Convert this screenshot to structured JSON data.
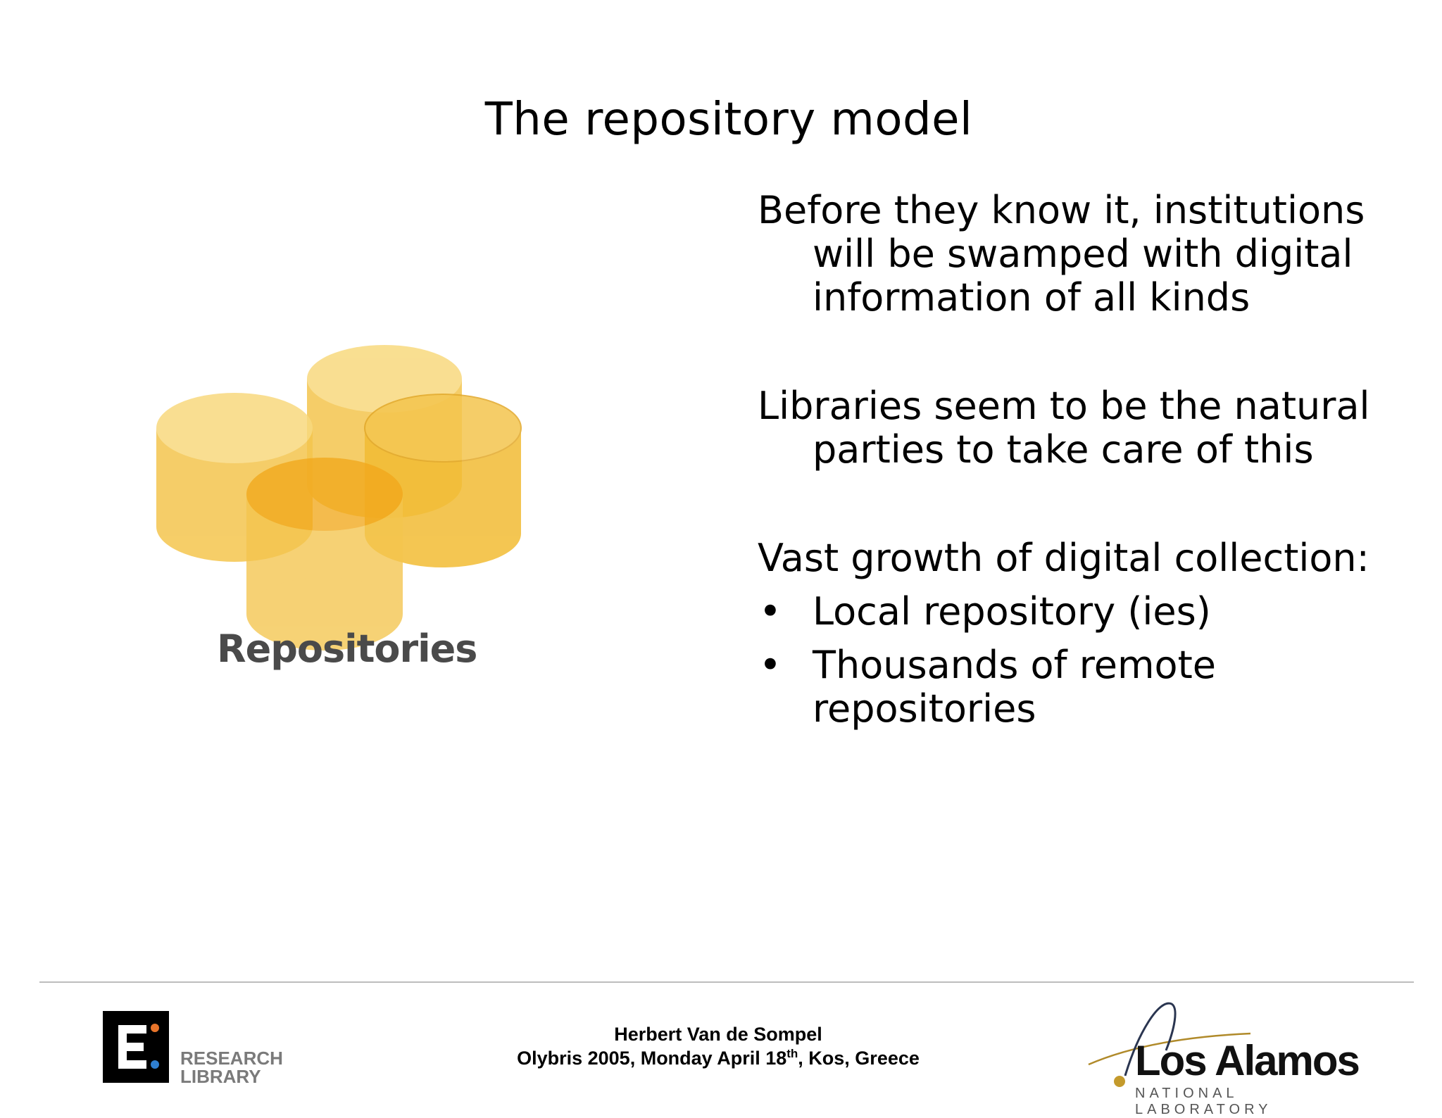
{
  "slide": {
    "title": "The repository model",
    "paragraphs": [
      "Before they know it, institutions will be swamped with digital information of all kinds",
      "Libraries seem to be the natural parties to take care of this"
    ],
    "growth": {
      "intro": "Vast growth of digital collection:",
      "bullet_symbol": "•",
      "bullets": [
        "Local repository (ies)",
        "Thousands of remote repositories"
      ]
    },
    "image_label": "Repositories",
    "colors": {
      "cylinder_fill": "#F4C54E",
      "cylinder_top": "#F8D97E",
      "cylinder_overlap": "#F2A81C",
      "rule": "#BDBDBD"
    }
  },
  "footer": {
    "left_logo": {
      "mark": "E",
      "line1": "RESEARCH",
      "line2": "LIBRARY"
    },
    "center": {
      "author": "Herbert Van de Sompel",
      "event_prefix": "Olybris 2005, Monday April 18",
      "event_sup": "th",
      "event_suffix": ", Kos, Greece"
    },
    "right_logo": {
      "name": "Los Alamos",
      "subtitle": "NATIONAL LABORATORY"
    }
  }
}
